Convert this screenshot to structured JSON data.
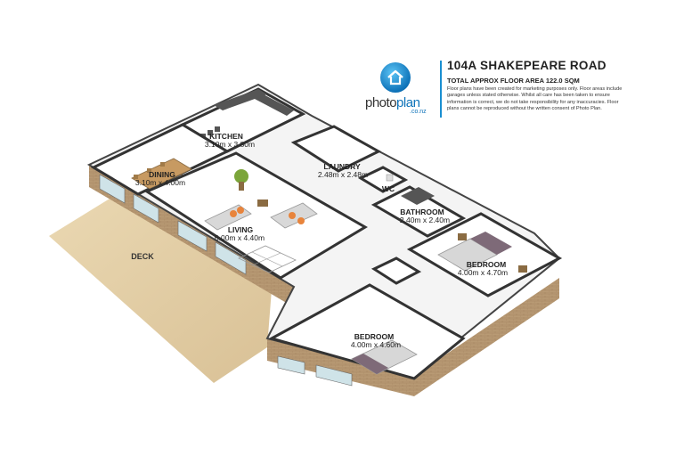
{
  "header": {
    "address": "104A SHAKEPEARE ROAD",
    "total_area": "TOTAL APPROX FLOOR AREA 122.0 SQM",
    "disclaimer": "Floor plans have been created for marketing purposes only. Floor areas include garages unless stated otherwise. Whilst all care has been taken to ensure information is correct, we do not take responsibility for any inaccuracies. Floor plans cannot be reproduced without the written consent of Photo Plan."
  },
  "logo": {
    "word_a": "photo",
    "word_b": "plan",
    "suffix": ".co.nz",
    "icon": "house-icon",
    "color": "#0e73b9"
  },
  "rooms": {
    "kitchen": {
      "name": "KITCHEN",
      "dims": "3.10m x 3.80m"
    },
    "dining": {
      "name": "DINING",
      "dims": "3.10m x 4.00m"
    },
    "living": {
      "name": "LIVING",
      "dims": "6.00m x 4.40m"
    },
    "laundry": {
      "name": "LAUNDRY",
      "dims": "2.48m x 2.48m"
    },
    "wc": {
      "name": "WC"
    },
    "bathroom": {
      "name": "BATHROOM",
      "dims": "2.40m x 2.40m"
    },
    "bedroom1": {
      "name": "BEDROOM",
      "dims": "4.00m x 4.70m"
    },
    "bedroom2": {
      "name": "BEDROOM",
      "dims": "4.00m x 4.60m"
    },
    "deck": {
      "name": "DECK"
    }
  },
  "colors": {
    "deck": "#e3cfa6",
    "floor": "#ffffff",
    "wall_top": "#3a3a3a",
    "brick": "#b89a74"
  }
}
